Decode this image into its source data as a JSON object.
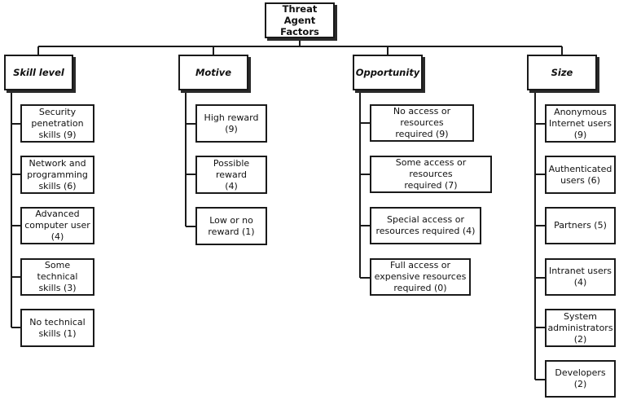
{
  "root": {
    "label": "Threat Agent\nFactors"
  },
  "categories": [
    {
      "label": "Skill level",
      "items": [
        "Security\npenetration\nskills (9)",
        "Network and\nprogramming\nskills (6)",
        "Advanced\ncomputer user\n(4)",
        "Some technical\nskills (3)",
        "No technical\nskills (1)"
      ]
    },
    {
      "label": "Motive",
      "items": [
        "High reward (9)",
        "Possible reward\n(4)",
        "Low or no\nreward (1)"
      ]
    },
    {
      "label": "Opportunity",
      "items": [
        "No access or resources\nrequired (9)",
        "Some access or resources\nrequired (7)",
        "Special access or\nresources required (4)",
        "Full access or\nexpensive resources\nrequired (0)"
      ]
    },
    {
      "label": "Size",
      "items": [
        "Anonymous\nInternet users\n(9)",
        "Authenticated\nusers (6)",
        "Partners (5)",
        "Intranet users\n(4)",
        "System\nadministrators\n(2)",
        "Developers (2)"
      ]
    }
  ]
}
